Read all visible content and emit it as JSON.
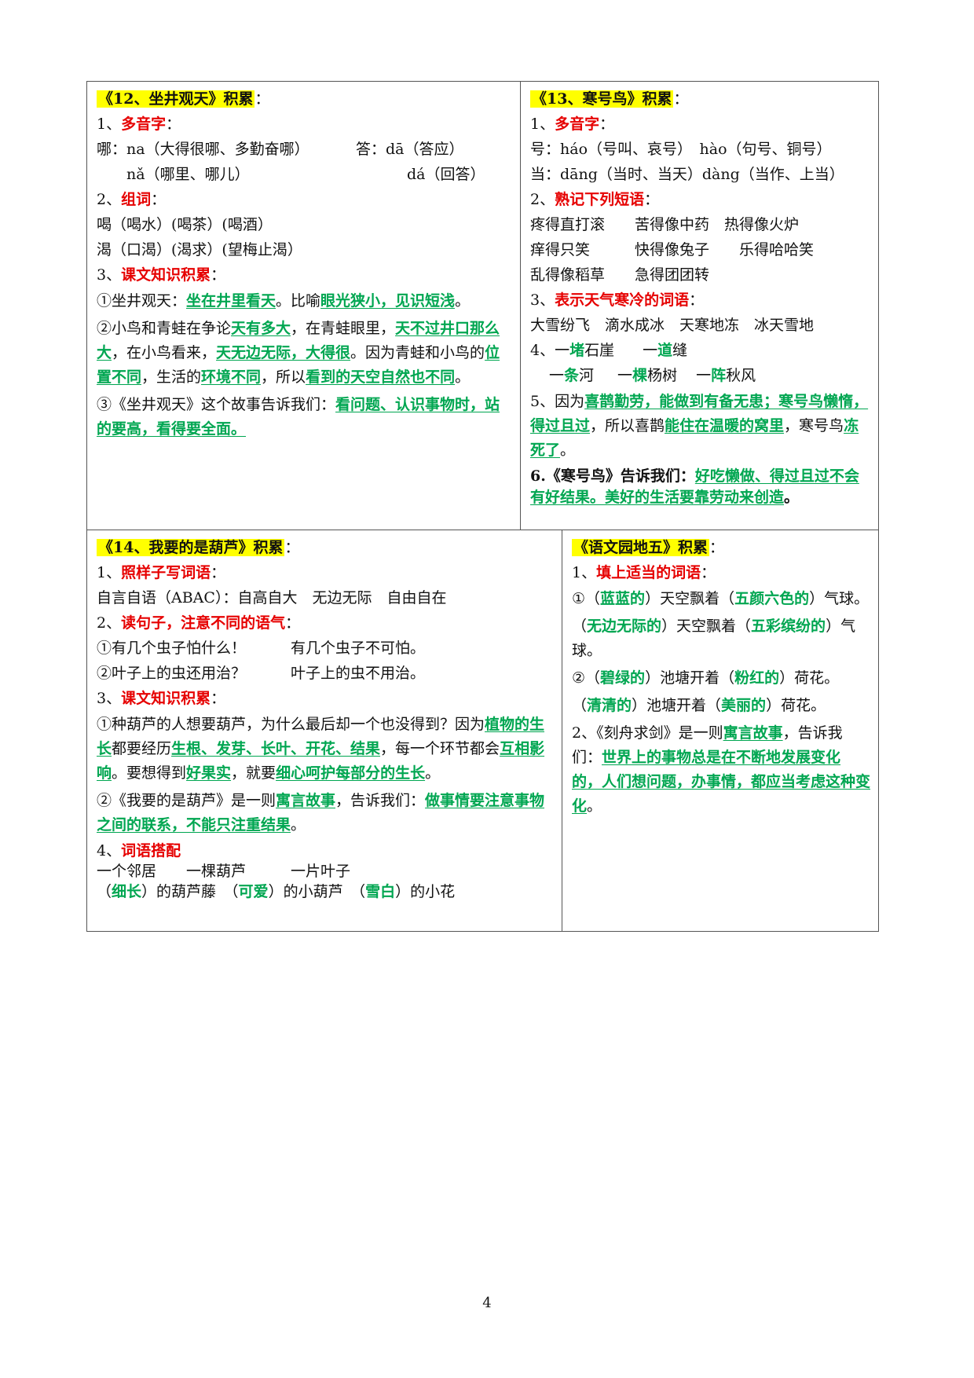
{
  "c12": {
    "title": "《12、坐井观天》积累",
    "colon": "：",
    "s1_num": "1、",
    "s1_label": "多音字",
    "s1_colon": "：",
    "na1": "哪：na（大得很哪、多勤奋哪）",
    "da1": "答：dā（答应）",
    "na2": "nǎ（哪里、哪儿）",
    "da2": "dá（回答）",
    "s2_num": "2、",
    "s2_label": "组词",
    "s2_colon": "：",
    "he": "喝（喝水）(喝茶）(喝酒）",
    "ke": "渴（口渴）(渴求）(望梅止渴）",
    "s3_num": "3、",
    "s3_label": "课文知识积累",
    "s3_colon": "：",
    "p1": [
      "①坐井观天：",
      "坐在井里看天",
      "。比喻",
      "眼光狭小，见识短浅",
      "。"
    ],
    "p2": [
      "②小鸟和青蛙在争论",
      "天有多大",
      "，在青蛙眼里，",
      "天不过井口那么大",
      "，在小鸟看来，",
      "天无边无际，大得很",
      "。因为青蛙和小鸟的",
      "位置不同",
      "，生活的",
      "环境不同",
      "，所以",
      "看到的天空自然也不同",
      "。"
    ],
    "p3": [
      "③《坐井观天》这个故事告诉我们：",
      "看问题、认识事物时，站的要高，看得要全面",
      "。"
    ]
  },
  "c13": {
    "title": "《13、寒号鸟》积累",
    "colon": "：",
    "s1_num": "1、",
    "s1_label": "多音字",
    "s1_colon": "：",
    "hao": "号：háo（号叫、哀号）　hào（句号、铜号）",
    "dang": "当：dāng（当时、当天）dàng（当作、上当）",
    "s2_num": "2、",
    "s2_label": "熟记下列短语",
    "s2_colon": "：",
    "ph1": "疼得直打滚　　苦得像中药　热得像火炉",
    "ph2": "痒得只笑　　　快得像兔子　　乐得哈哈笑",
    "ph3": "乱得像稻草　　急得团团转",
    "s3_num": "3、",
    "s3_label": "表示天气寒冷的词语",
    "s3_colon": "：",
    "cold": "大雪纷飞　滴水成冰　天寒地冻　冰天雪地",
    "s4_num": "4、",
    "m1": [
      "一",
      "堵",
      "石崖",
      "一",
      "道",
      "缝"
    ],
    "m2": [
      "一",
      "条",
      "河",
      "一",
      "棵",
      "杨树",
      "一",
      "阵",
      "秋风"
    ],
    "p5": [
      "5、因为",
      "喜鹊勤劳，能做到有备无患；寒号鸟懒惰，得过且过",
      "，所以喜鹊",
      "能住在温暖的窝里",
      "，寒号鸟",
      "冻死了",
      "。"
    ],
    "p6": [
      "6.《寒号鸟》告诉我们：",
      "好吃懒做、得过且过不会有好结果。美好的生活要靠劳动来创造",
      "。"
    ]
  },
  "c14": {
    "title": "《14、我要的是葫芦》积累",
    "colon": "：",
    "s1_num": "1、",
    "s1_label": "照样子写词语",
    "s1_colon": "：",
    "abac": "自言自语（ABAC）：自高自大　无边无际　自由自在",
    "s2_num": "2、",
    "s2_label": "读句子，注意不同的语气",
    "s2_colon": "：",
    "t1": "①有几个虫子怕什么！　　　有几个虫子不可怕。",
    "t2": "②叶子上的虫还用治？　　　叶子上的虫不用治。",
    "s3_num": "3、",
    "s3_label": "课文知识积累",
    "s3_colon": "：",
    "p1": [
      "①种葫芦的人想要葫芦，为什么最后却一个也没得到？因为",
      "植物的生长",
      "都要经历",
      "生根、发芽、长叶、开花、结果",
      "，每一个环节都会",
      "互相影响",
      "。要想得到",
      "好果实",
      "，就要",
      "细心呵护每部分的生长",
      "。"
    ],
    "p2": [
      "②《我要的是葫芦》是一则",
      "寓言故事",
      "，告诉我们：",
      "做事情要注意事物之间的联系，不能只注重结果",
      "。"
    ],
    "s4_num": "4、",
    "s4_label": "词语搭配",
    "w1": "一个邻居　　一棵葫芦　　　一片叶子",
    "w2": [
      "（",
      "细长",
      "）的葫芦藤　（",
      "可爱",
      "）的小葫芦　（",
      "雪白",
      "）的小花"
    ]
  },
  "cyw": {
    "title": "《语文园地五》积累",
    "colon": "：",
    "s1_num": "1、",
    "s1_label": "填上适当的词语",
    "s1_colon": "：",
    "f1": [
      "①（",
      "蓝蓝的",
      "）天空飘着（",
      "五颜六色的",
      "）气球。"
    ],
    "f2": [
      "（",
      "无边无际的",
      "）天空飘着（",
      "五彩缤纷的",
      "）气球。"
    ],
    "f3": [
      "②（",
      "碧绿的",
      "）池塘开着（",
      "粉红的",
      "）荷花。"
    ],
    "f4": [
      "（",
      "清清的",
      "）池塘开着（",
      "美丽的",
      "）荷花。"
    ],
    "p2": [
      "2、《刻舟求剑》是一则",
      "寓言故事",
      "，告诉我们：",
      "世界上的事物总是在不断地发展变化的，人们想问题，办事情，都应当考虑这种变化",
      "。"
    ]
  },
  "page_number": "4"
}
